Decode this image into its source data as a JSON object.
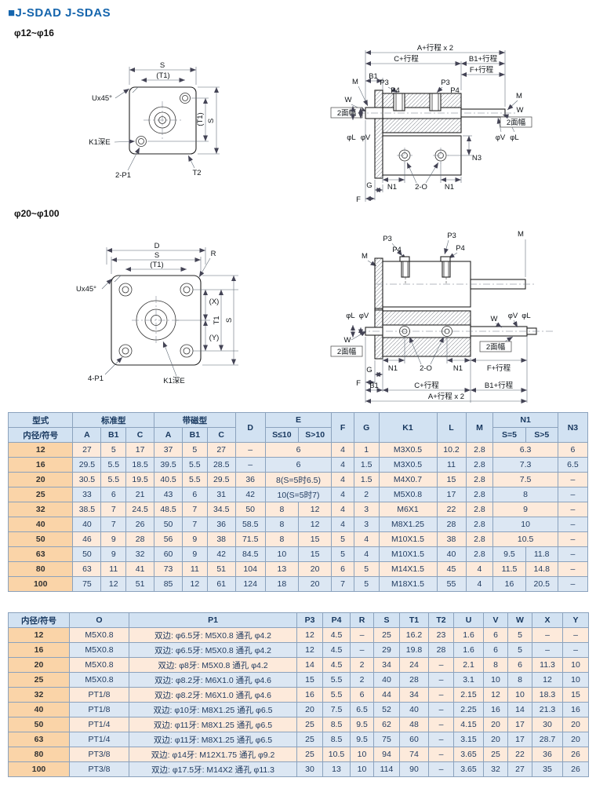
{
  "page": {
    "title": "■J-SDAD J-SDAS",
    "range1": "φ12~φ16",
    "range2": "φ20~φ100"
  },
  "diag": {
    "S": "S",
    "T1p": "(T1)",
    "Ux45": "Ux45°",
    "K1E": "K1深E",
    "P1x2": "2-P1",
    "T2": "T2",
    "D": "D",
    "R": "R",
    "P1x4": "4-P1",
    "X": "(X)",
    "Y": "(Y)",
    "T1": "T1",
    "Astroke": "A+行程 x 2",
    "Cstroke": "C+行程",
    "B1stroke": "B1+行程",
    "Fstroke": "F+行程",
    "P3": "P3",
    "P4": "P4",
    "M": "M",
    "W": "W",
    "flats": "2面幅",
    "phiL": "φL",
    "phiV": "φV",
    "N1": "N1",
    "N3": "N3",
    "O2": "2-O",
    "G": "G",
    "F": "F",
    "B1": "B1"
  },
  "table1": {
    "h": {
      "type": "型式",
      "bore": "内径/符号",
      "std": "标准型",
      "mag": "带磁型",
      "A": "A",
      "B1": "B1",
      "C": "C",
      "D": "D",
      "E": "E",
      "Sle10": "S≤10",
      "Sgt10": "S>10",
      "F": "F",
      "G": "G",
      "K1": "K1",
      "L": "L",
      "M": "M",
      "N1": "N1",
      "Seq5": "S=5",
      "Sgt5": "S>5",
      "N3": "N3"
    },
    "rows": [
      [
        "12",
        "27",
        "5",
        "17",
        "37",
        "5",
        "27",
        "–",
        {
          "t": "6",
          "cs": 2
        },
        "4",
        "1",
        "M3X0.5",
        "10.2",
        "2.8",
        {
          "t": "6.3",
          "cs": 2
        },
        "6"
      ],
      [
        "16",
        "29.5",
        "5.5",
        "18.5",
        "39.5",
        "5.5",
        "28.5",
        "–",
        {
          "t": "6",
          "cs": 2
        },
        "4",
        "1.5",
        "M3X0.5",
        "11",
        "2.8",
        {
          "t": "7.3",
          "cs": 2
        },
        "6.5"
      ],
      [
        "20",
        "30.5",
        "5.5",
        "19.5",
        "40.5",
        "5.5",
        "29.5",
        "36",
        {
          "t": "8(S=5时6.5)",
          "cs": 2
        },
        "4",
        "1.5",
        "M4X0.7",
        "15",
        "2.8",
        {
          "t": "7.5",
          "cs": 2
        },
        "–"
      ],
      [
        "25",
        "33",
        "6",
        "21",
        "43",
        "6",
        "31",
        "42",
        {
          "t": "10(S=5时7)",
          "cs": 2
        },
        "4",
        "2",
        "M5X0.8",
        "17",
        "2.8",
        {
          "t": "8",
          "cs": 2
        },
        "–"
      ],
      [
        "32",
        "38.5",
        "7",
        "24.5",
        "48.5",
        "7",
        "34.5",
        "50",
        "8",
        "12",
        "4",
        "3",
        "M6X1",
        "22",
        "2.8",
        {
          "t": "9",
          "cs": 2
        },
        "–"
      ],
      [
        "40",
        "40",
        "7",
        "26",
        "50",
        "7",
        "36",
        "58.5",
        "8",
        "12",
        "4",
        "3",
        "M8X1.25",
        "28",
        "2.8",
        {
          "t": "10",
          "cs": 2
        },
        "–"
      ],
      [
        "50",
        "46",
        "9",
        "28",
        "56",
        "9",
        "38",
        "71.5",
        "8",
        "15",
        "5",
        "4",
        "M10X1.5",
        "38",
        "2.8",
        {
          "t": "10.5",
          "cs": 2
        },
        "–"
      ],
      [
        "63",
        "50",
        "9",
        "32",
        "60",
        "9",
        "42",
        "84.5",
        "10",
        "15",
        "5",
        "4",
        "M10X1.5",
        "40",
        "2.8",
        "9.5",
        "11.8",
        "–"
      ],
      [
        "80",
        "63",
        "11",
        "41",
        "73",
        "11",
        "51",
        "104",
        "13",
        "20",
        "6",
        "5",
        "M14X1.5",
        "45",
        "4",
        "11.5",
        "14.8",
        "–"
      ],
      [
        "100",
        "75",
        "12",
        "51",
        "85",
        "12",
        "61",
        "124",
        "18",
        "20",
        "7",
        "5",
        "M18X1.5",
        "55",
        "4",
        "16",
        "20.5",
        "–"
      ]
    ]
  },
  "table2": {
    "h": [
      "内径/符号",
      "O",
      "P1",
      "P3",
      "P4",
      "R",
      "S",
      "T1",
      "T2",
      "U",
      "V",
      "W",
      "X",
      "Y"
    ],
    "rows": [
      [
        "12",
        "M5X0.8",
        "双边: φ6.5牙: M5X0.8 通孔 φ4.2",
        "12",
        "4.5",
        "–",
        "25",
        "16.2",
        "23",
        "1.6",
        "6",
        "5",
        "–",
        "–"
      ],
      [
        "16",
        "M5X0.8",
        "双边: φ6.5牙: M5X0.8 通孔 φ4.2",
        "12",
        "4.5",
        "–",
        "29",
        "19.8",
        "28",
        "1.6",
        "6",
        "5",
        "–",
        "–"
      ],
      [
        "20",
        "M5X0.8",
        "双边: φ8牙: M5X0.8 通孔 φ4.2",
        "14",
        "4.5",
        "2",
        "34",
        "24",
        "–",
        "2.1",
        "8",
        "6",
        "11.3",
        "10"
      ],
      [
        "25",
        "M5X0.8",
        "双边: φ8.2牙: M6X1.0 通孔 φ4.6",
        "15",
        "5.5",
        "2",
        "40",
        "28",
        "–",
        "3.1",
        "10",
        "8",
        "12",
        "10"
      ],
      [
        "32",
        "PT1/8",
        "双边: φ8.2牙: M6X1.0 通孔 φ4.6",
        "16",
        "5.5",
        "6",
        "44",
        "34",
        "–",
        "2.15",
        "12",
        "10",
        "18.3",
        "15"
      ],
      [
        "40",
        "PT1/8",
        "双边: φ10牙: M8X1.25 通孔 φ6.5",
        "20",
        "7.5",
        "6.5",
        "52",
        "40",
        "–",
        "2.25",
        "16",
        "14",
        "21.3",
        "16"
      ],
      [
        "50",
        "PT1/4",
        "双边: φ11牙: M8X1.25 通孔 φ6.5",
        "25",
        "8.5",
        "9.5",
        "62",
        "48",
        "–",
        "4.15",
        "20",
        "17",
        "30",
        "20"
      ],
      [
        "63",
        "PT1/4",
        "双边: φ11牙: M8X1.25 通孔 φ6.5",
        "25",
        "8.5",
        "9.5",
        "75",
        "60",
        "–",
        "3.15",
        "20",
        "17",
        "28.7",
        "20"
      ],
      [
        "80",
        "PT3/8",
        "双边: φ14牙: M12X1.75 通孔 φ9.2",
        "25",
        "10.5",
        "10",
        "94",
        "74",
        "–",
        "3.65",
        "25",
        "22",
        "36",
        "26"
      ],
      [
        "100",
        "PT3/8",
        "双边: φ17.5牙: M14X2 通孔 φ11.3",
        "30",
        "13",
        "10",
        "114",
        "90",
        "–",
        "3.65",
        "32",
        "27",
        "35",
        "26"
      ]
    ]
  }
}
